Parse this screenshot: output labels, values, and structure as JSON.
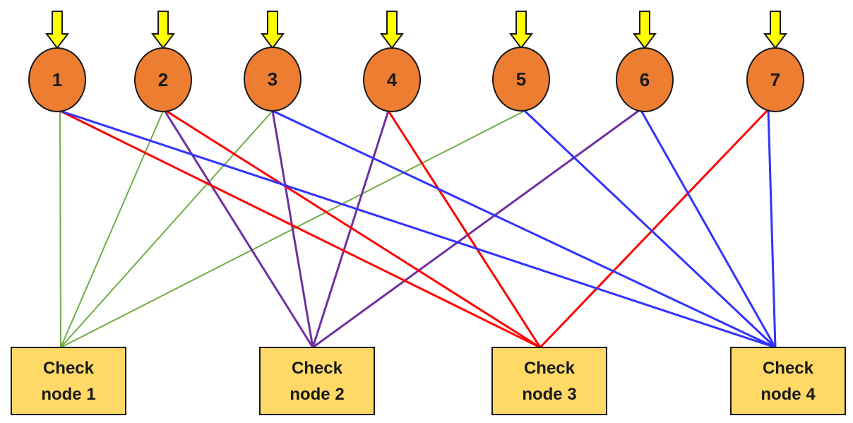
{
  "colors": {
    "variable_fill": "#ED7D31",
    "variable_stroke": "#1a1a1a",
    "check_fill": "#FFD966",
    "check_stroke": "#1a1a1a",
    "arrow_fill": "#FFFF00",
    "arrow_stroke": "#1a1a1a",
    "edge_check1": "#70AD47",
    "edge_check2": "#7030A0",
    "edge_check3": "#FF0000",
    "edge_check4": "#3333FF"
  },
  "icons": {
    "input_arrow": "down-arrow-icon"
  },
  "variable_nodes": [
    {
      "id": "v1",
      "label": "1"
    },
    {
      "id": "v2",
      "label": "2"
    },
    {
      "id": "v3",
      "label": "3"
    },
    {
      "id": "v4",
      "label": "4"
    },
    {
      "id": "v5",
      "label": "5"
    },
    {
      "id": "v6",
      "label": "6"
    },
    {
      "id": "v7",
      "label": "7"
    }
  ],
  "check_nodes": [
    {
      "id": "c1",
      "line1": "Check",
      "line2": "node 1"
    },
    {
      "id": "c2",
      "line1": "Check",
      "line2": "node 2"
    },
    {
      "id": "c3",
      "line1": "Check",
      "line2": "node 3"
    },
    {
      "id": "c4",
      "line1": "Check",
      "line2": "node 4"
    }
  ],
  "edges": [
    {
      "from": "v1",
      "to": "c1"
    },
    {
      "from": "v2",
      "to": "c1"
    },
    {
      "from": "v3",
      "to": "c1"
    },
    {
      "from": "v5",
      "to": "c1"
    },
    {
      "from": "v2",
      "to": "c2"
    },
    {
      "from": "v3",
      "to": "c2"
    },
    {
      "from": "v4",
      "to": "c2"
    },
    {
      "from": "v6",
      "to": "c2"
    },
    {
      "from": "v1",
      "to": "c3"
    },
    {
      "from": "v2",
      "to": "c3"
    },
    {
      "from": "v4",
      "to": "c3"
    },
    {
      "from": "v7",
      "to": "c3"
    },
    {
      "from": "v1",
      "to": "c4"
    },
    {
      "from": "v3",
      "to": "c4"
    },
    {
      "from": "v5",
      "to": "c4"
    },
    {
      "from": "v6",
      "to": "c4"
    },
    {
      "from": "v7",
      "to": "c4"
    }
  ]
}
